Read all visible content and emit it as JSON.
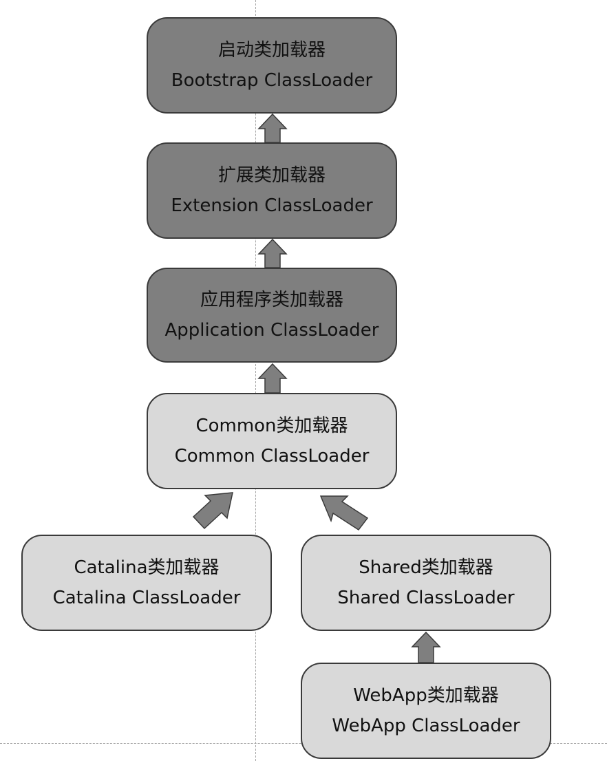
{
  "nodes": {
    "bootstrap": {
      "name_cn": "启动类加载器",
      "name_en": "Bootstrap ClassLoader"
    },
    "extension": {
      "name_cn": "扩展类加载器",
      "name_en": "Extension ClassLoader"
    },
    "application": {
      "name_cn": "应用程序类加载器",
      "name_en": "Application ClassLoader"
    },
    "common": {
      "name_cn": "Common类加载器",
      "name_en": "Common ClassLoader"
    },
    "catalina": {
      "name_cn": "Catalina类加载器",
      "name_en": "Catalina ClassLoader"
    },
    "shared": {
      "name_cn": "Shared类加载器",
      "name_en": "Shared ClassLoader"
    },
    "webapp": {
      "name_cn": "WebApp类加载器",
      "name_en": "WebApp ClassLoader"
    }
  },
  "edges": [
    {
      "from": "extension",
      "to": "bootstrap"
    },
    {
      "from": "application",
      "to": "extension"
    },
    {
      "from": "common",
      "to": "application"
    },
    {
      "from": "catalina",
      "to": "common"
    },
    {
      "from": "shared",
      "to": "common"
    },
    {
      "from": "webapp",
      "to": "shared"
    }
  ],
  "colors": {
    "dark_node_fill": "#7f7f7f",
    "light_node_fill": "#d9d9d9",
    "node_border": "#3a3a3a",
    "arrow_fill": "#7f7f7f",
    "guide_line": "#a6a6a6"
  }
}
